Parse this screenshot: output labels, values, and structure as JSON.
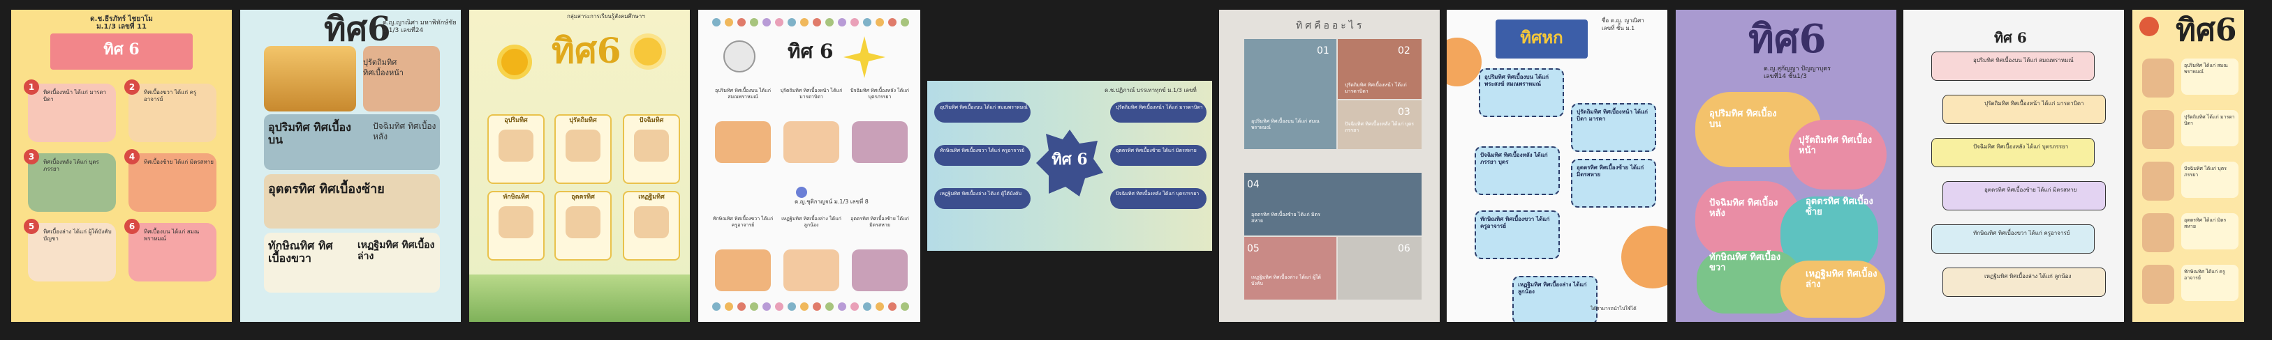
{
  "p1": {
    "header": "ด.ช.ธีรภัทร์ ไชยาโม\nม.1/3 เลขที่ 11",
    "title": "ทิศ 6",
    "items": [
      "ทิศเบื้องหน้า ได้แก่ มารดาบิดา",
      "ทิศเบื้องขวา ได้แก่ ครูอาจารย์",
      "ทิศเบื้องหลัง ได้แก่ บุตรภรรยา",
      "ทิศเบื้องซ้าย ได้แก่ มิตรสหาย",
      "ทิศเบื้องล่าง ได้แก่ ผู้ใต้บังคับบัญชา",
      "ทิศเบื้องบน ได้แก่ สมณพราหมณ์"
    ],
    "nums": [
      "1",
      "2",
      "3",
      "4",
      "5",
      "6"
    ]
  },
  "p2": {
    "title": "ทิศ6",
    "author": "ด.ญ.ญาณิศา มหาพิทักษ์ชัย\nม.1/3 เลขที่24",
    "labels": [
      "ปุรัตถิมทิศ ทิศเบื้องหน้า",
      "ทักษิณทิศ ทิศเบื้องขวา",
      "ปัจฉิมทิศ ทิศเบื้องหลัง",
      "อุตตรทิศ ทิศเบื้องซ้าย",
      "เหฏฐิมทิศ ทิศเบื้องล่าง",
      "อุปริมทิศ ทิศเบื้องบน"
    ]
  },
  "p3": {
    "header": "กลุ่มสาระการเรียนรู้สังคมศึกษาฯ",
    "title": "ทิศ6",
    "labels": [
      "อุปริมทิศ",
      "ปุรัตถิมทิศ",
      "ปัจฉิมทิศ",
      "ทักษิณทิศ",
      "อุตตรทิศ",
      "เหฏฐิมทิศ"
    ]
  },
  "p4": {
    "title": "ทิศ 6",
    "top": [
      "อุปริมทิศ ทิศเบื้องบน ได้แก่ สมณพราหมณ์",
      "ปุรัตถิมทิศ ทิศเบื้องหน้า ได้แก่ มารดาบิดา",
      "ปัจฉิมทิศ ทิศเบื้องหลัง ได้แก่ บุตรภรรยา"
    ],
    "mid": "ด.ญ.ชุติกาญจน์ ม.1/3 เลขที่ 8",
    "bottom": [
      "ทักษิณทิศ ทิศเบื้องขวา ได้แก่ ครูอาจารย์",
      "เหฏฐิมทิศ ทิศเบื้องล่าง ได้แก่ ลูกน้อง",
      "อุตตรทิศ ทิศเบื้องซ้าย ได้แก่ มิตรสหาย"
    ]
  },
  "p5": {
    "header": "ด.ช.ปฏิภาณ์ บรรเทาทุกข์ ม.1/3 เลขที่",
    "title": "ทิศ 6",
    "left": [
      "อุปริมทิศ ทิศเบื้องบน ได้แก่ สมณพราหมณ์",
      "ทักษิณทิศ ทิศเบื้องขวา ได้แก่ ครูอาจารย์",
      "เหฏฐิมทิศ ทิศเบื้องล่าง ได้แก่ ผู้ใต้บังคับ"
    ],
    "right": [
      "ปุรัตถิมทิศ ทิศเบื้องหน้า ได้แก่ มารดาบิดา",
      "อุตตรทิศ ทิศเบื้องซ้าย ได้แก่ มิตรสหาย",
      "ปัจฉิมทิศ ทิศเบื้องหลัง ได้แก่ บุตรภรรยา"
    ]
  },
  "p6": {
    "header": "ทิศคืออะไร",
    "nums": [
      "01",
      "02",
      "03",
      "04",
      "05",
      "06"
    ],
    "captions": [
      "อุปริมทิศ ทิศเบื้องบน ได้แก่ สมณพราหมณ์",
      "ปุรัตถิมทิศ ทิศเบื้องหน้า ได้แก่ มารดาบิดา",
      "ปัจฉิมทิศ ทิศเบื้องหลัง ได้แก่ บุตรภรรยา",
      "อุตตรทิศ ทิศเบื้องซ้าย ได้แก่ มิตรสหาย",
      "เหฏฐิมทิศ ทิศเบื้องล่าง ได้แก่ ผู้ใต้บังคับ"
    ]
  },
  "p7": {
    "title": "ทิศหก",
    "author": "ชื่อ ด.ญ. ญาณิศา\nเลขที่ ชั้น ม.1",
    "boxes": [
      "อุปริมทิศ ทิศเบื้องบน ได้แก่ พระสงฆ์ สมณพราหมณ์",
      "ปุรัตถิมทิศ ทิศเบื้องหน้า ได้แก่ บิดา มารดา",
      "ปัจฉิมทิศ ทิศเบื้องหลัง ได้แก่ ภรรยา บุตร",
      "อุตตรทิศ ทิศเบื้องซ้าย ได้แก่ มิตรสหาย",
      "ทักษิณทิศ ทิศเบื้องขวา ได้แก่ ครูอาจารย์",
      "เหฏฐิมทิศ ทิศเบื้องล่าง ได้แก่ ลูกน้อง"
    ],
    "footer": "ได้สามารถนำไปใช้ได้"
  },
  "p8": {
    "title": "ทิศ6",
    "author": "ด.ญ.สุกัญญา ปัญญาบุตร\nเลขที่14 ชั้น1/3",
    "labels": [
      "อุปริมทิศ ทิศเบื้องบน",
      "ปุรัตถิมทิศ ทิศเบื้องหน้า",
      "ปัจฉิมทิศ ทิศเบื้องหลัง",
      "อุตตรทิศ ทิศเบื้องซ้าย",
      "ทักษิณทิศ ทิศเบื้องขวา",
      "เหฏฐิมทิศ ทิศเบื้องล่าง"
    ]
  },
  "p9": {
    "title": "ทิศ 6",
    "boxes": [
      "อุปริมทิศ ทิศเบื้องบน ได้แก่ สมณพราหมณ์",
      "ปุรัตถิมทิศ ทิศเบื้องหน้า ได้แก่ มารดาบิดา",
      "ปัจฉิมทิศ ทิศเบื้องหลัง ได้แก่ บุตรภรรยา",
      "อุตตรทิศ ทิศเบื้องซ้าย ได้แก่ มิตรสหาย",
      "ทักษิณทิศ ทิศเบื้องขวา ได้แก่ ครูอาจารย์",
      "เหฏฐิมทิศ ทิศเบื้องล่าง ได้แก่ ลูกน้อง"
    ]
  },
  "p10": {
    "title": "ทิศ6",
    "labels": [
      "อุปริมทิศ ได้แก่ สมณพราหมณ์",
      "ปุรัตถิมทิศ ได้แก่ มารดาบิดา",
      "ปัจฉิมทิศ ได้แก่ บุตรภรรยา",
      "อุตตรทิศ ได้แก่ มิตรสหาย",
      "ทักษิณทิศ ได้แก่ ครูอาจารย์"
    ]
  },
  "colors": {
    "background": "#1c1c1c",
    "p1_bg": "#fbe08a",
    "p2_bg": "#d9eef0",
    "p3_bg": "#f4f0c2",
    "p5_bg": "#b9dde4",
    "p8_bg": "#a99ad0",
    "p10_bg": "#fde7a6"
  }
}
